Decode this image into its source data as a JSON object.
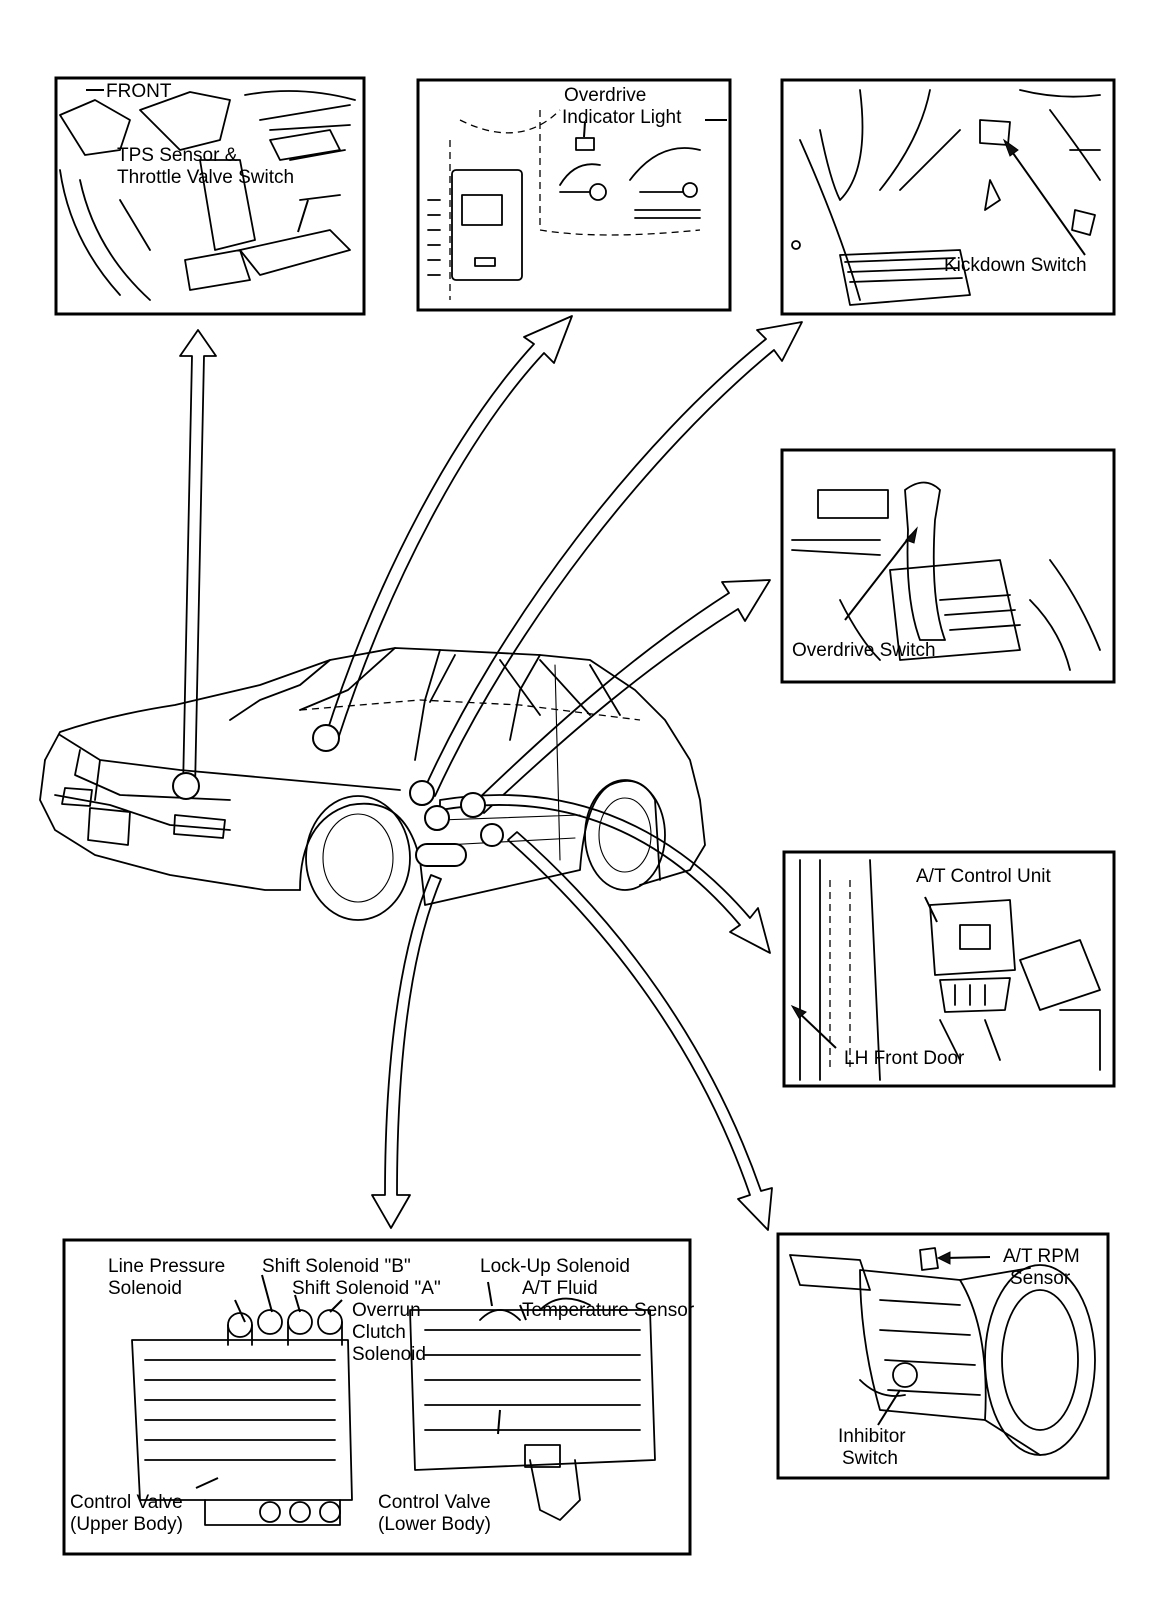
{
  "panels": {
    "tps": {
      "front_label": "FRONT",
      "label_lines": [
        "TPS Sensor &",
        "Throttle Valve Switch"
      ]
    },
    "overdrive_light": {
      "label_lines": [
        "Overdrive",
        "Indicator Light"
      ]
    },
    "kickdown": {
      "label": "Kickdown Switch"
    },
    "overdrive_switch": {
      "label": "Overdrive Switch"
    },
    "control_unit": {
      "label": "A/T Control Unit",
      "door_label": "LH Front Door"
    },
    "valve_body": {
      "line_pressure_lines": [
        "Line Pressure",
        "Solenoid"
      ],
      "shift_b": "Shift Solenoid \"B\"",
      "shift_a": "Shift Solenoid \"A\"",
      "overrun_lines": [
        "Overrun",
        "Clutch",
        "Solenoid"
      ],
      "lockup": "Lock-Up Solenoid",
      "fluid_temp_lines": [
        "A/T Fluid",
        "Temperature Sensor"
      ],
      "upper_body_lines": [
        "Control Valve",
        "(Upper Body)"
      ],
      "lower_body_lines": [
        "Control Valve",
        "(Lower Body)"
      ]
    },
    "transmission": {
      "rpm_lines": [
        "A/T RPM",
        "Sensor"
      ],
      "inhibitor_lines": [
        "Inhibitor",
        "Switch"
      ]
    }
  }
}
